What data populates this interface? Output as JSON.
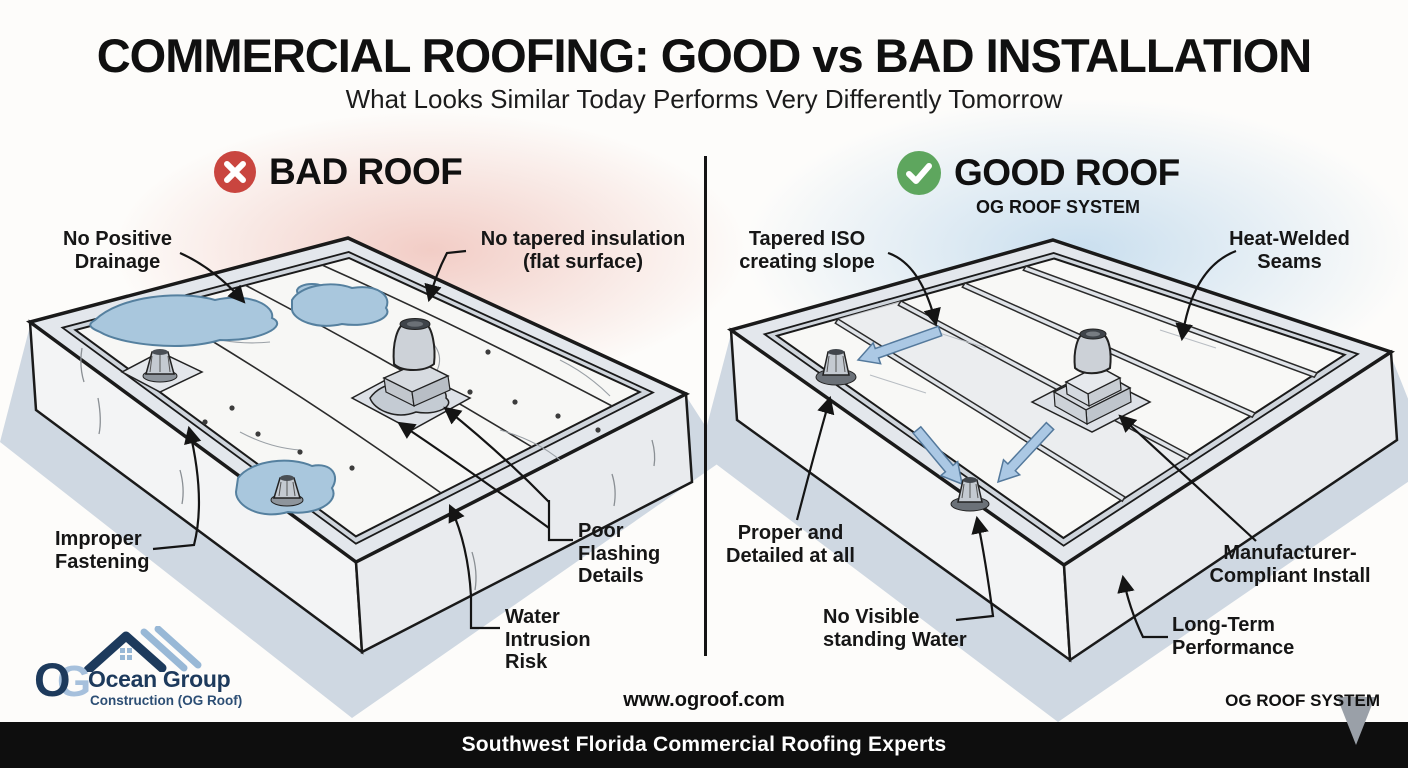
{
  "header": {
    "title": "COMMERCIAL ROOFING: GOOD vs BAD INSTALLATION",
    "subtitle": "What Looks Similar Today Performs Very Differently Tomorrow"
  },
  "bad": {
    "title": "BAD ROOF",
    "badge_icon": "x-circle-icon",
    "labels": {
      "drainage": "No Positive\nDrainage",
      "taper": "No tapered insulation\n(flat surface)",
      "fastening": "Improper\nFastening",
      "flashing": "Poor\nFlashing\nDetails",
      "intrusion": "Water\nIntrusion\nRisk"
    }
  },
  "good": {
    "title": "GOOD ROOF",
    "subtitle": "OG ROOF SYSTEM",
    "badge_icon": "check-circle-icon",
    "labels": {
      "iso": "Tapered ISO\ncreating slope",
      "seams": "Heat-Welded\nSeams",
      "proper": "Proper and\nDetailed at all",
      "no_water": "No Visible\nstanding Water",
      "compliant": "Manufacturer-\nCompliant Install",
      "longterm": "Long-Term\nPerformance"
    }
  },
  "branding": {
    "logo_o": "O",
    "logo_g": "G",
    "company": "Ocean Group",
    "company_sub": "Construction (OG Roof)",
    "website": "www.ogroof.com",
    "system": "OG ROOF SYSTEM"
  },
  "footer": {
    "text": "Southwest Florida Commercial Roofing Experts"
  },
  "icons": {
    "bad_badge": "x-circle-icon",
    "good_badge": "check-circle-icon",
    "flow_arrows": "water-flow-arrow",
    "bottom_pointer": "down-triangle-pointer"
  },
  "colors": {
    "bad_red": "#c9453f",
    "good_green": "#5ea65e",
    "water_blue": "#a9c7dd",
    "flow_arrow_blue": "#abc8e4",
    "navy": "#1d3a5c",
    "logo_light_blue": "#a6c0dc",
    "footer_bg": "#0e0e0e",
    "shadow_blue_gray": "#cfd8e2"
  }
}
